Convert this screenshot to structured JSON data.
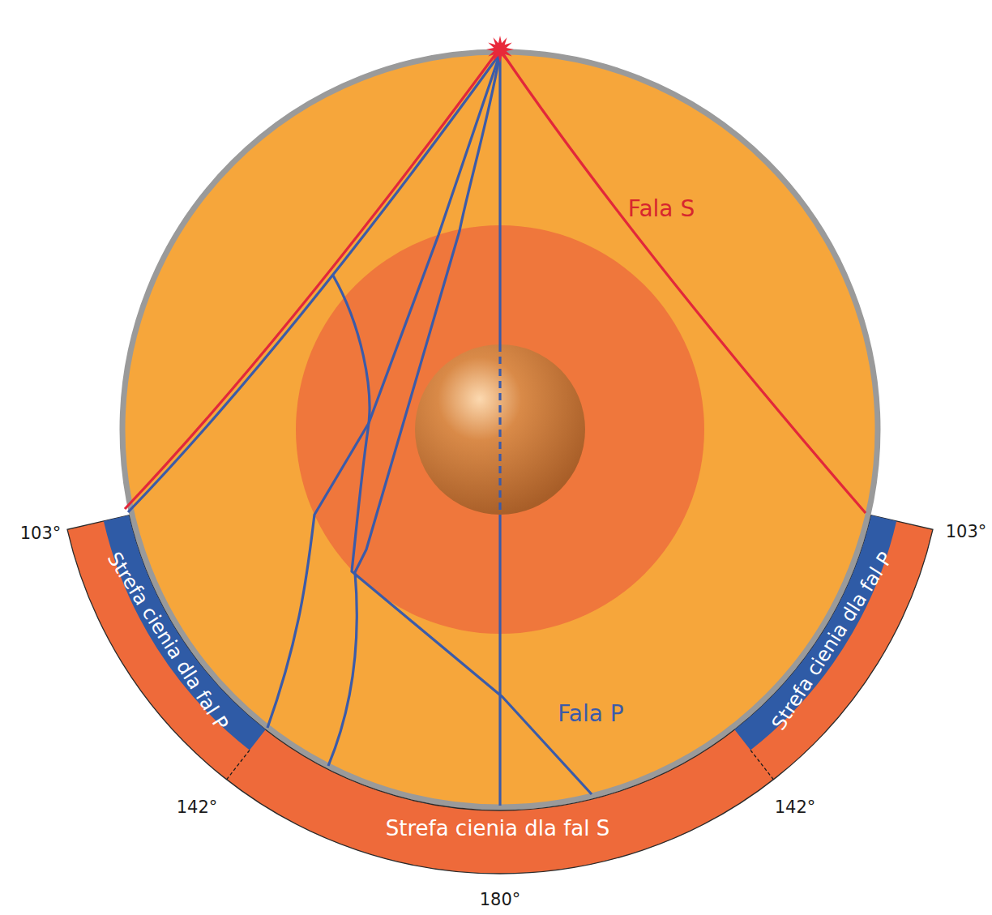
{
  "diagram": {
    "nodes": [
      {
        "text": [
          "Strefa cienia dla fal P"
        ]
      },
      {
        "text": [
          "Strefa cienia dla fal S"
        ]
      },
      {
        "text": [
          "Strefa cienia dla fal P"
        ]
      }
    ],
    "labels": [
      "Fala S",
      "Fala P",
      "103°",
      "103°",
      "142°",
      "142°",
      "180°"
    ]
  }
}
